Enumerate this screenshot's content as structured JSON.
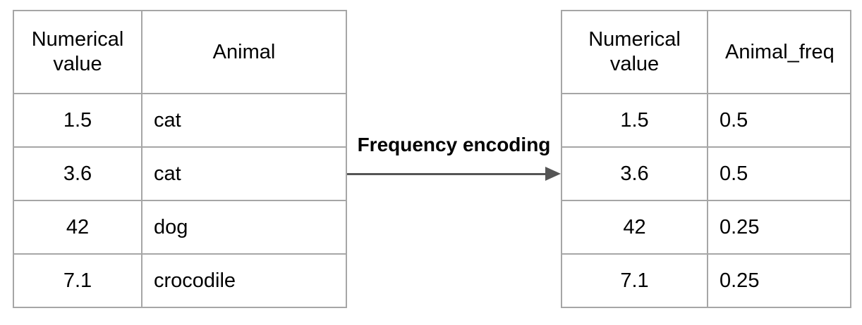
{
  "arrow": {
    "label": "Frequency encoding"
  },
  "left_table": {
    "headers": [
      "Numerical value",
      "Animal"
    ],
    "rows": [
      [
        "1.5",
        "cat"
      ],
      [
        "3.6",
        "cat"
      ],
      [
        "42",
        "dog"
      ],
      [
        "7.1",
        "crocodile"
      ]
    ]
  },
  "right_table": {
    "headers": [
      "Numerical value",
      "Animal_freq"
    ],
    "rows": [
      [
        "1.5",
        "0.5"
      ],
      [
        "3.6",
        "0.5"
      ],
      [
        "42",
        "0.25"
      ],
      [
        "7.1",
        "0.25"
      ]
    ]
  },
  "colors": {
    "table_border": "#a6a6a6",
    "arrow": "#555555",
    "text": "#000000",
    "background": "#ffffff"
  }
}
